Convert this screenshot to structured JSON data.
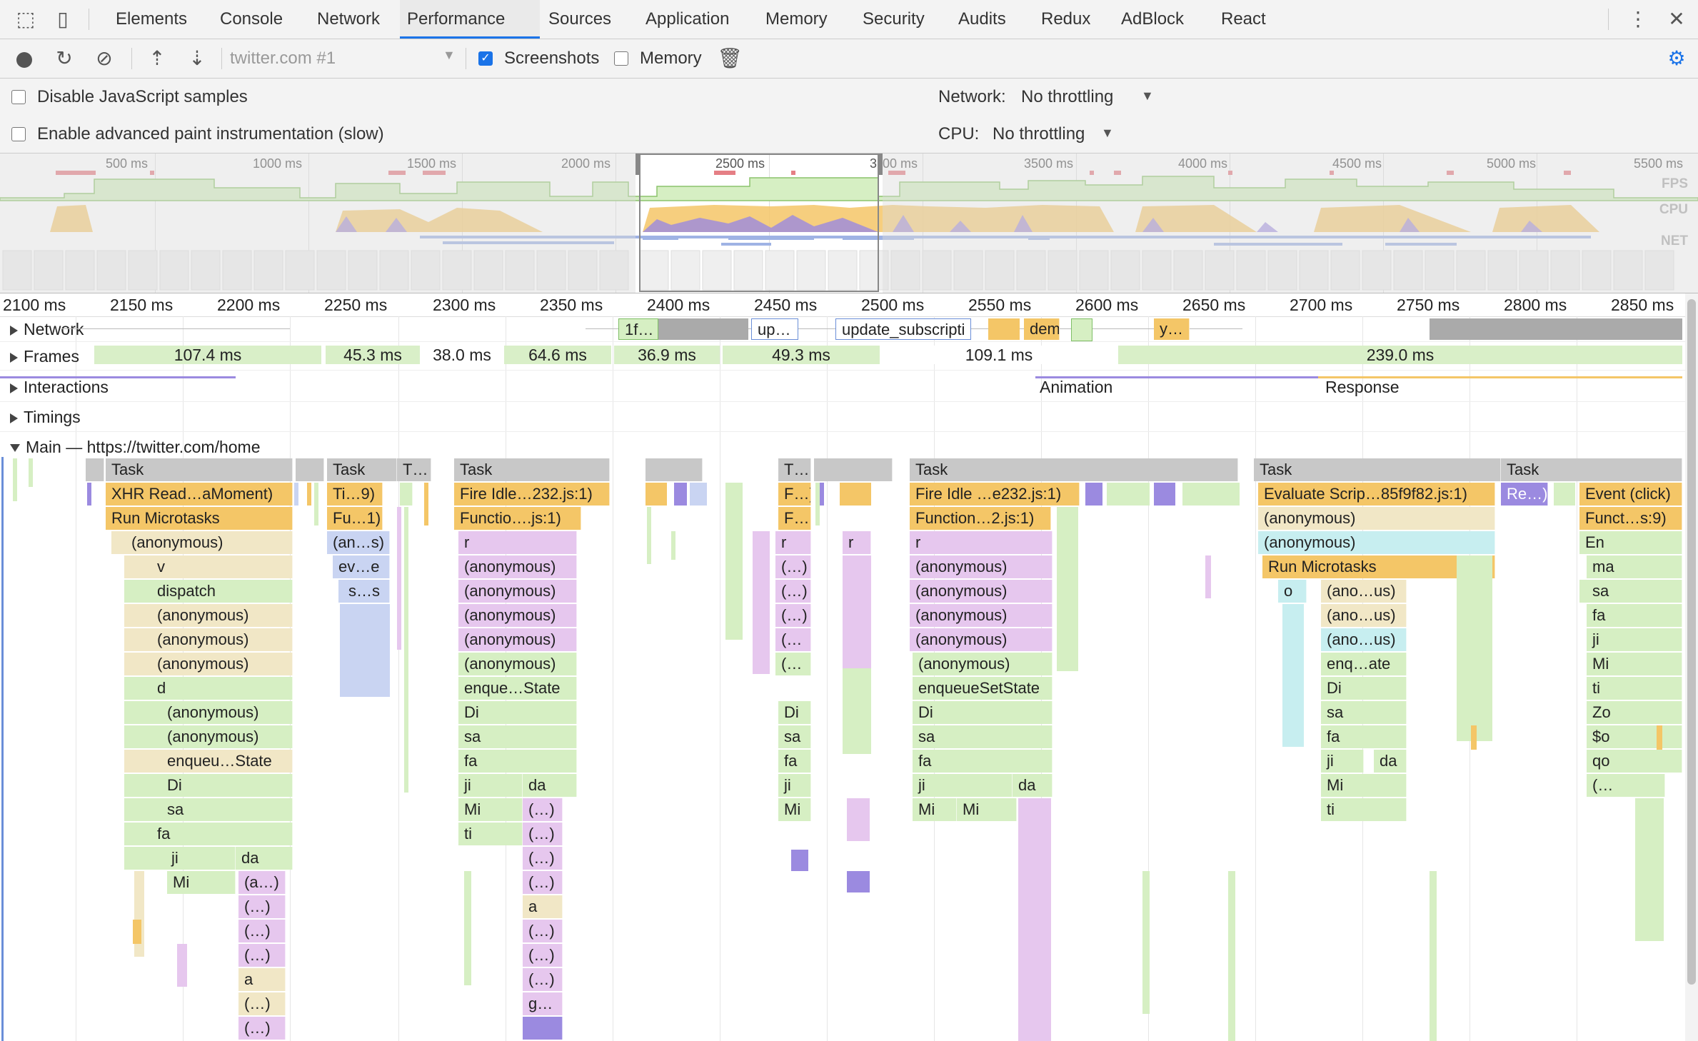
{
  "tabs": [
    "Elements",
    "Console",
    "Network",
    "Performance",
    "Sources",
    "Application",
    "Memory",
    "Security",
    "Audits",
    "Redux",
    "AdBlock",
    "React"
  ],
  "active_tab": "Performance",
  "toolbar": {
    "profile_select": "twitter.com #1",
    "screenshots_label": "Screenshots",
    "screenshots_checked": true,
    "memory_label": "Memory",
    "memory_checked": false
  },
  "settings": {
    "disable_js_samples": "Disable JavaScript samples",
    "advanced_paint": "Enable advanced paint instrumentation (slow)",
    "network_label": "Network:",
    "network_value": "No throttling",
    "cpu_label": "CPU:",
    "cpu_value": "No throttling"
  },
  "overview": {
    "ticks": [
      "500 ms",
      "1000 ms",
      "1500 ms",
      "2000 ms",
      "2500 ms",
      "3",
      "00 ms",
      "3500 ms",
      "4000 ms",
      "4500 ms",
      "5000 ms",
      "5500 ms"
    ],
    "lanes": [
      "FPS",
      "CPU",
      "NET"
    ]
  },
  "ruler": [
    "2100 ms",
    "2150 ms",
    "2200 ms",
    "2250 ms",
    "2300 ms",
    "2350 ms",
    "2400 ms",
    "2450 ms",
    "2500 ms",
    "2550 ms",
    "2600 ms",
    "2650 ms",
    "2700 ms",
    "2750 ms",
    "2800 ms",
    "2850 ms"
  ],
  "tracks": {
    "network": "Network",
    "frames": "Frames",
    "interactions": "Interactions",
    "timings": "Timings",
    "main": "Main — https://twitter.com/home"
  },
  "network_items": [
    "1f…",
    "up…",
    "update_subscripti",
    "dem",
    "y…"
  ],
  "frames": [
    "107.4 ms",
    "45.3 ms",
    "38.0 ms",
    "64.6 ms",
    "36.9 ms",
    "49.3 ms",
    "109.1 ms",
    "239.0 ms"
  ],
  "interactions": [
    "Animation",
    "Response"
  ],
  "flame": [
    [
      "Task",
      "Task",
      "T…",
      "Task",
      "T…",
      "Task",
      "Task",
      "Task"
    ],
    [
      "XHR Read…aMoment)",
      "Ti…9)",
      "Fire Idle…232.js:1)",
      "F…)",
      "Fire Idle …e232.js:1)",
      "Evaluate Scrip…85f9f82.js:1)",
      "Re…)",
      "Event (click)"
    ],
    [
      "Run Microtasks",
      "Fu…1)",
      "Functio….js:1)",
      "F…",
      "Function…2.js:1)",
      "(anonymous)",
      "Funct…s:9)"
    ],
    [
      "(anonymous)",
      "(an…s)",
      "r",
      "r",
      "r",
      "r",
      "(anonymous)",
      "En"
    ],
    [
      "v",
      "ev…e",
      "(anonymous)",
      "(…)",
      "(anonymous)",
      "Run Microtasks",
      "ma"
    ],
    [
      "dispatch",
      "s…s",
      "(anonymous)",
      "(…)",
      "(anonymous)",
      "o",
      "(ano…us)",
      "sa"
    ],
    [
      "(anonymous)",
      "(anonymous)",
      "(…)",
      "(anonymous)",
      "(ano…us)",
      "fa"
    ],
    [
      "(anonymous)",
      "(anonymous)",
      "(…",
      "(anonymous)",
      "(ano…us)",
      "ji"
    ],
    [
      "(anonymous)",
      "(anonymous)",
      "(…",
      "(anonymous)",
      "enq…ate",
      "Mi"
    ],
    [
      "d",
      "enque…State",
      "enqueueSetState",
      "Di",
      "ti"
    ],
    [
      "(anonymous)",
      "Di",
      "Di",
      "Di",
      "sa",
      "Zo"
    ],
    [
      "(anonymous)",
      "sa",
      "sa",
      "sa",
      "fa",
      "$o"
    ],
    [
      "enqueu…State",
      "fa",
      "fa",
      "fa",
      "ji",
      "da",
      "qo"
    ],
    [
      "Di",
      "ji",
      "da",
      "ji",
      "ji",
      "da",
      "Mi",
      "(…"
    ],
    [
      "sa",
      "Mi",
      "(…)",
      "Mi",
      "Mi",
      "Mi",
      "ti"
    ],
    [
      "fa",
      "ti",
      "(…)"
    ],
    [
      "ji",
      "da",
      "(…)"
    ],
    [
      "Mi",
      "(a…)",
      "(…)"
    ],
    [
      "(…)",
      "a"
    ],
    [
      "(…)",
      "(…)"
    ],
    [
      "(…)",
      "(…)"
    ],
    [
      "a",
      "(…)"
    ],
    [
      "(…)",
      "g…"
    ],
    [
      "(…)"
    ]
  ]
}
